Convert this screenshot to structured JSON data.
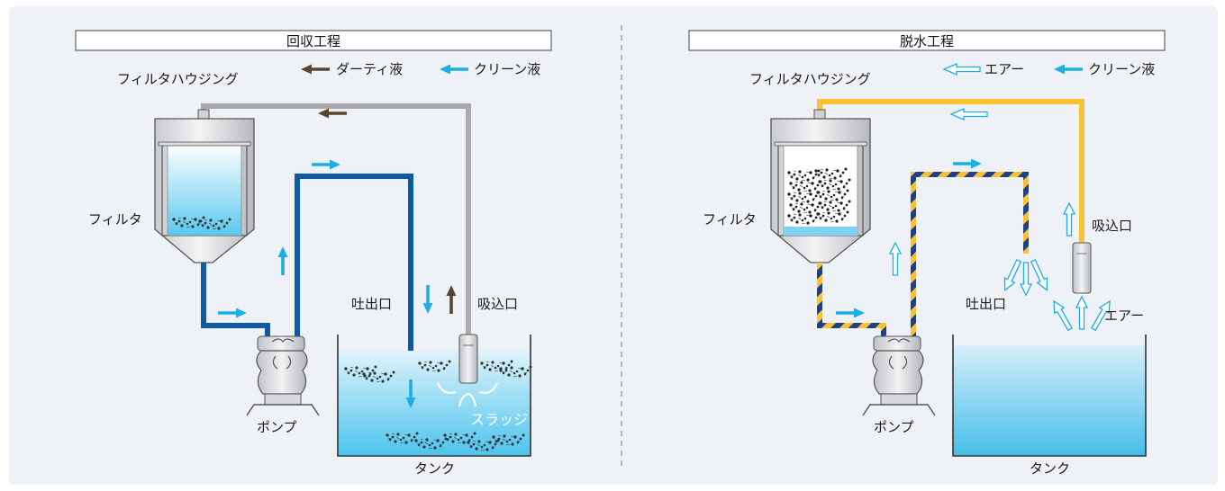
{
  "left_panel": {
    "title": "回収工程",
    "housing_label": "フィルタハウジング",
    "filter_label": "フィルタ",
    "pump_label": "ポンプ",
    "tank_label": "タンク",
    "outlet_label": "吐出口",
    "inlet_label": "吸込口",
    "sludge_label": "スラッジ",
    "legend": {
      "dirty_label": "ダーティ液",
      "clean_label": "クリーン液"
    }
  },
  "right_panel": {
    "title": "脱水工程",
    "housing_label": "フィルタハウジング",
    "filter_label": "フィルタ",
    "pump_label": "ポンプ",
    "tank_label": "タンク",
    "outlet_label": "吐出口",
    "inlet_label": "吸込口",
    "air_label": "エアー",
    "legend": {
      "air_label": "エアー",
      "clean_label": "クリーン液"
    }
  },
  "colors": {
    "background": "#eef1f5",
    "dirty": "#5a4630",
    "clean": "#1eaee6",
    "pipe_blue": "#0f5aa5",
    "pipe_gray": "#a7a9ac",
    "pipe_yellow": "#f9c233",
    "divider": "#9a9a9a"
  }
}
